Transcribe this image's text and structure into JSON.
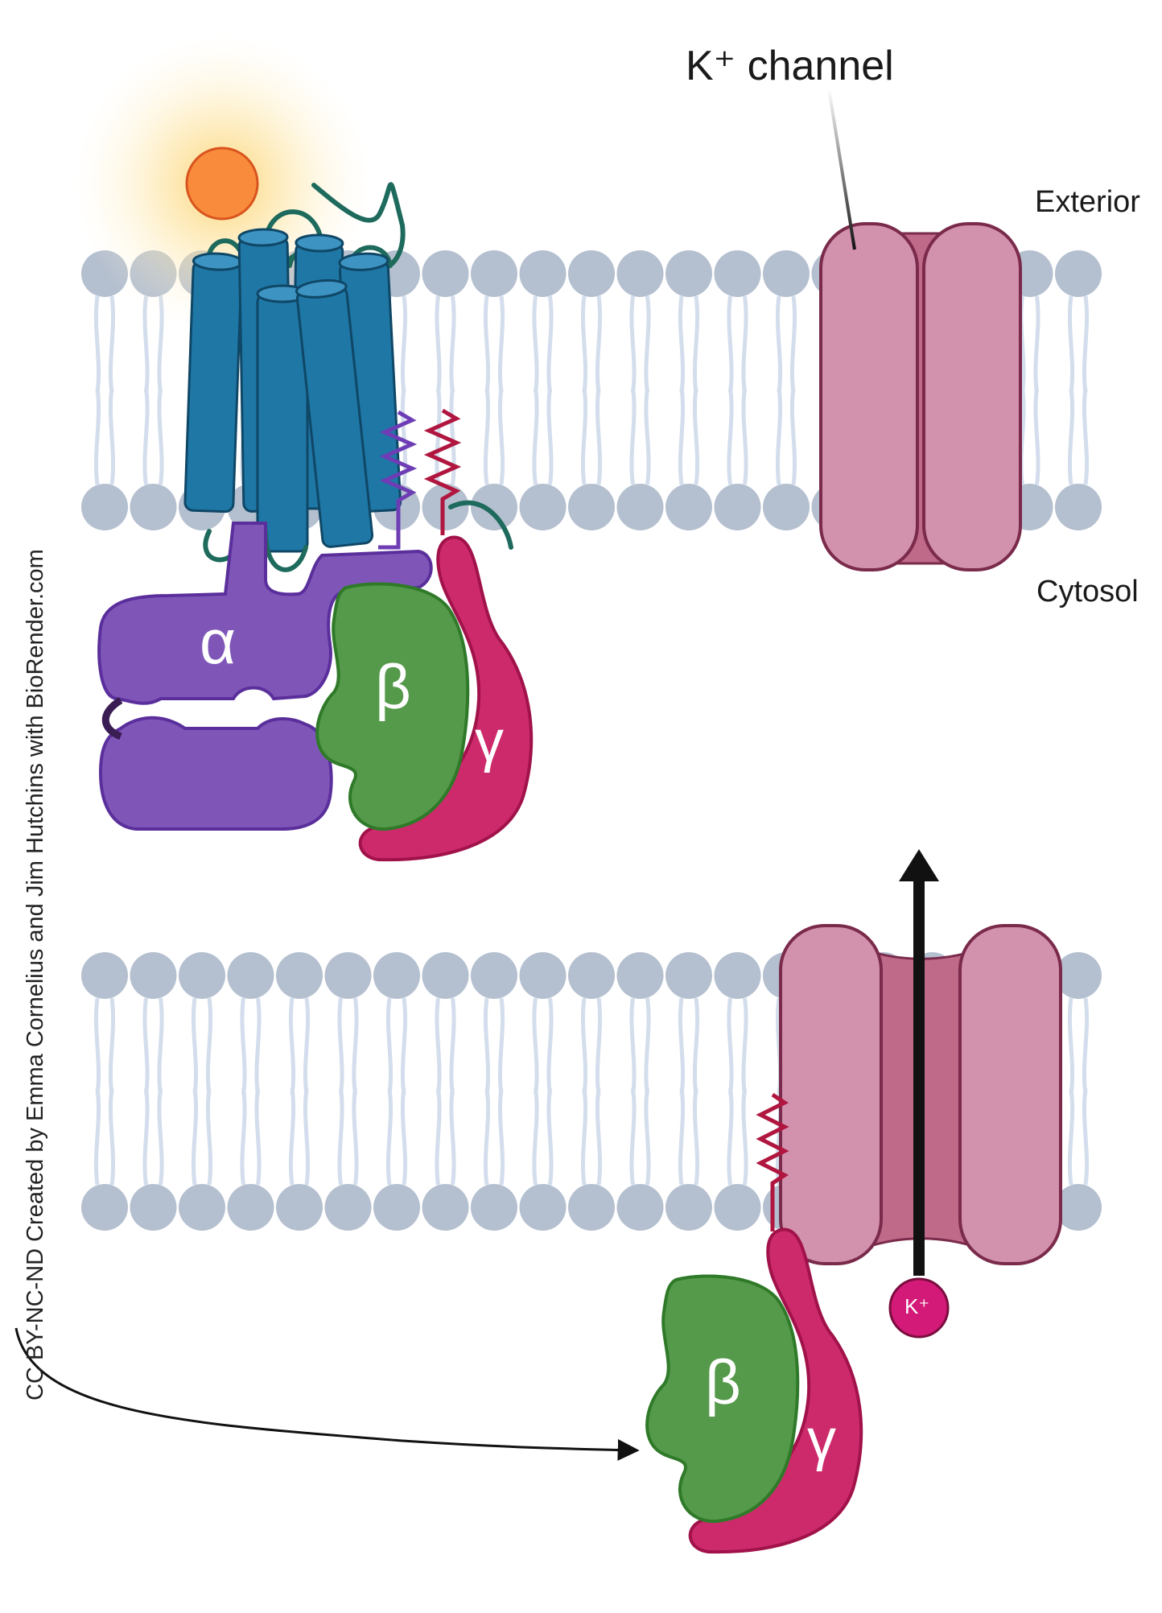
{
  "labels": {
    "k_channel": "K⁺ channel",
    "exterior": "Exterior",
    "cytosol": "Cytosol",
    "alpha": "α",
    "beta": "β",
    "gamma": "γ",
    "beta2": "β",
    "gamma2": "γ",
    "k_ion": "K⁺",
    "credit": "CC BY-NC-ND Created by Emma Cornelius and Jim Hutchins with BioRender.com"
  },
  "colors": {
    "lipid_head": "#b4bfcf",
    "lipid_tail": "#d3ddec",
    "gpcr": "#1f77a6",
    "gpcr_loop": "#1e6a5c",
    "ligand": "#f98b3c",
    "alpha": "#7f56b8",
    "beta": "#55994a",
    "gamma": "#cc2a6b",
    "channel": "#d291ad",
    "channel_pore": "#c06a8a",
    "k_ion": "#d41a78",
    "arrow": "#111111"
  }
}
